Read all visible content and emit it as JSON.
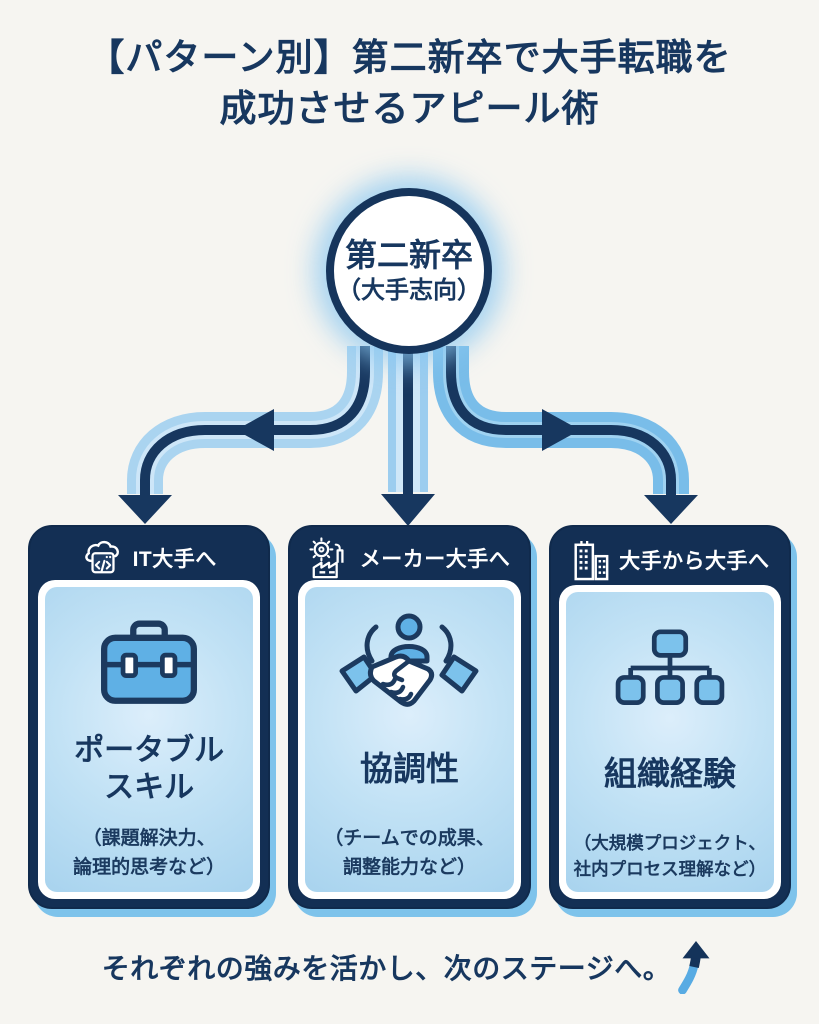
{
  "title": {
    "line1": "【パターン別】第二新卒で大手転職を",
    "line2": "成功させるアピール術"
  },
  "root": {
    "name": "第二新卒",
    "sub": "（大手志向）"
  },
  "cards": [
    {
      "header": "IT大手へ",
      "header_icon": "cloud-code-icon",
      "body_icon": "briefcase-icon",
      "title_line1": "ポータブル",
      "title_line2": "スキル",
      "sub_line1": "（課題解決力、",
      "sub_line2": "論理的思考など）"
    },
    {
      "header": "メーカー大手へ",
      "header_icon": "gear-factory-icon",
      "body_icon": "handshake-icon",
      "title_line1": "協調性",
      "title_line2": "",
      "sub_line1": "（チームでの成果、",
      "sub_line2": "調整能力など）"
    },
    {
      "header": "大手から大手へ",
      "header_icon": "buildings-icon",
      "body_icon": "org-chart-icon",
      "title_line1": "組織経験",
      "title_line2": "",
      "sub_line1": "（大規模プロジェクト、",
      "sub_line2": "社内プロセス理解など）"
    }
  ],
  "footer": {
    "text": "それぞれの強みを活かし、次のステージへ。",
    "icon": "curved-up-arrow-icon"
  },
  "colors": {
    "background": "#f6f5f1",
    "navy_text": "#17375f",
    "card_border_navy": "#132f54",
    "arrow_dark": "#17375f",
    "band_light_blue": "#aad4f0",
    "band_medium_blue": "#79bde9",
    "panel_blue": "#b9def2",
    "icon_fill_blue": "#5fb0e5",
    "icon_fill_blue_light": "#7cc2ec",
    "card_shadow_blue": "#7ec3eb"
  }
}
